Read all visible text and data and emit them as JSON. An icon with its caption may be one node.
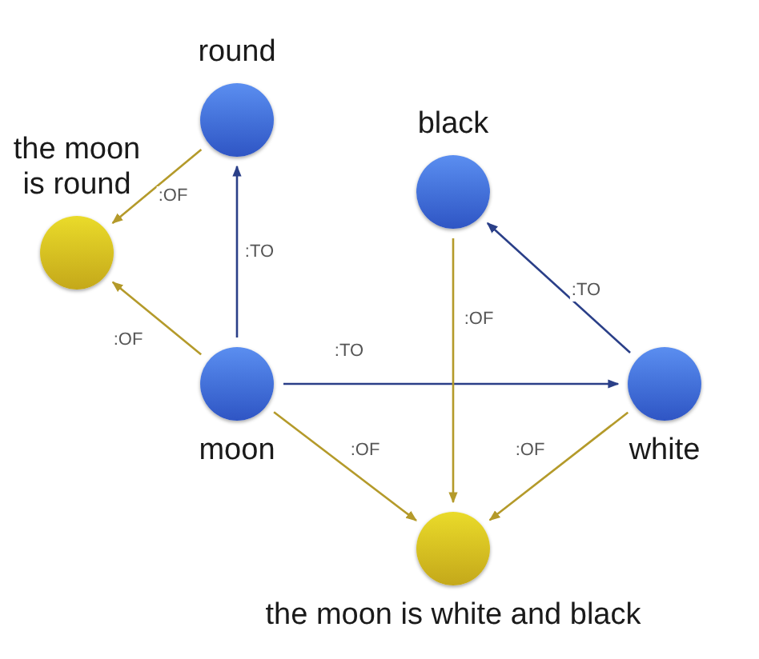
{
  "diagram": {
    "nodes": [
      {
        "text": [
          "round"
        ]
      },
      {
        "text": [
          "the moon is round"
        ]
      },
      {
        "text": [
          "black"
        ]
      },
      {
        "text": [
          "moon"
        ]
      },
      {
        "text": [
          "white"
        ]
      },
      {
        "text": [
          "the moon is white and black"
        ]
      }
    ],
    "edges": [
      {
        "from": 0,
        "to": 1,
        "arrow": "to",
        "label": ":OF"
      },
      {
        "from": 3,
        "to": 1,
        "arrow": "to",
        "label": ":OF"
      },
      {
        "from": 3,
        "to": 0,
        "arrow": "to",
        "label": ":TO",
        "color": "#2a3f88"
      },
      {
        "from": 3,
        "to": 4,
        "arrow": "to",
        "label": ":TO",
        "color": "#2a3f88"
      },
      {
        "from": 4,
        "to": 2,
        "arrow": "to",
        "label": ":TO",
        "color": "#2a3f88"
      },
      {
        "from": 2,
        "to": 5,
        "arrow": "to",
        "label": ":OF"
      },
      {
        "from": 3,
        "to": 5,
        "arrow": "to",
        "label": ":OF"
      },
      {
        "from": 4,
        "to": 5,
        "arrow": "to",
        "label": ":OF"
      }
    ]
  }
}
